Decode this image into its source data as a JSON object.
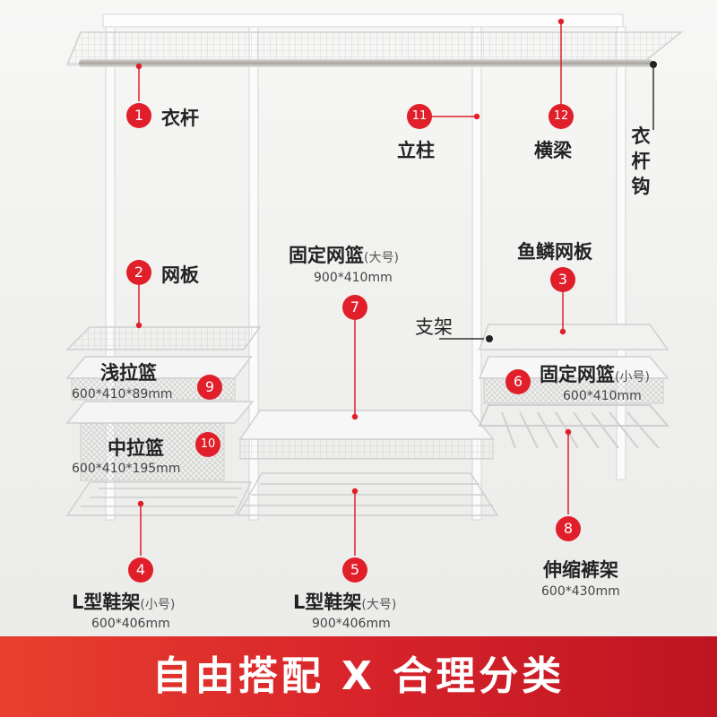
{
  "parts": [
    {
      "no": "1",
      "name": "衣杆"
    },
    {
      "no": "2",
      "name": "网板"
    },
    {
      "no": "3",
      "name": "鱼鳞网板"
    },
    {
      "no": "4",
      "name": "L型鞋架",
      "size_tag": "(小号)",
      "dims": "600*406mm"
    },
    {
      "no": "5",
      "name": "L型鞋架",
      "size_tag": "(大号)",
      "dims": "900*406mm"
    },
    {
      "no": "6",
      "name": "固定网篮",
      "size_tag": "(小号)",
      "dims": "600*410mm"
    },
    {
      "no": "7",
      "name": "固定网篮",
      "size_tag": "(大号)",
      "dims": "900*410mm"
    },
    {
      "no": "8",
      "name": "伸缩裤架",
      "dims": "600*430mm"
    },
    {
      "no": "9",
      "name": "浅拉篮",
      "dims": "600*410*89mm"
    },
    {
      "no": "10",
      "name": "中拉篮",
      "dims": "600*410*195mm"
    },
    {
      "no": "11",
      "name": "立柱"
    },
    {
      "no": "12",
      "name": "横梁"
    }
  ],
  "labels": {
    "hook": "衣杆钩",
    "bracket": "支架"
  },
  "banner": {
    "text": "自由搭配 X 合理分类"
  },
  "colors": {
    "badge": "#e01f2a",
    "banner_start": "#e8402e",
    "banner_end": "#bd1522"
  }
}
